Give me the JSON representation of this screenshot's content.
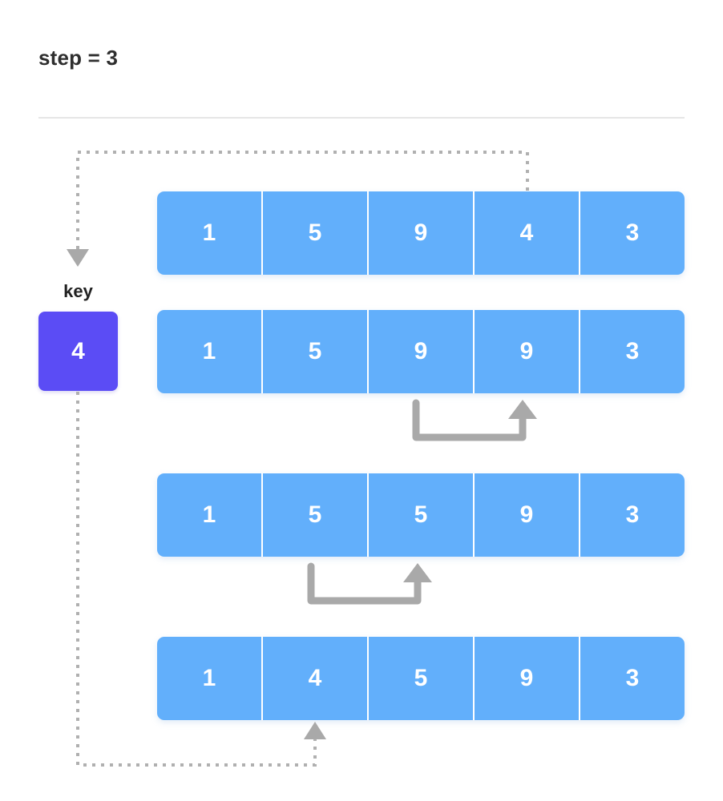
{
  "header": {
    "title": "step = 3"
  },
  "key_panel": {
    "label": "key",
    "value": "4",
    "color": "#5b4cf5"
  },
  "colors": {
    "cell_blue": "#62affb",
    "key_purple": "#5b4cf5",
    "arrow_gray": "#a9a9a9",
    "dotted_gray": "#b0b0b0",
    "divider": "#e6e6e6",
    "title_text": "#2f2f2f",
    "cell_text": "#ffffff"
  },
  "rows": [
    {
      "name": "row-original",
      "values": [
        "1",
        "5",
        "9",
        "4",
        "3"
      ]
    },
    {
      "name": "row-shift-1",
      "values": [
        "1",
        "5",
        "9",
        "9",
        "3"
      ]
    },
    {
      "name": "row-shift-2",
      "values": [
        "1",
        "5",
        "5",
        "9",
        "3"
      ]
    },
    {
      "name": "row-inserted",
      "values": [
        "1",
        "4",
        "5",
        "9",
        "3"
      ]
    }
  ],
  "annotations": {
    "extract_path": {
      "name": "key-extract-path",
      "description": "dotted path from array index 3 up and left down into key box",
      "from_index": 3,
      "to": "key"
    },
    "insert_path": {
      "name": "key-insert-path",
      "description": "dotted path from key box down and right up into final array index 1",
      "from": "key",
      "to_index": 1
    },
    "shift_arrows": [
      {
        "name": "shift-arrow-2-to-3",
        "from_index": 2,
        "to_index": 3,
        "after_row": 1
      },
      {
        "name": "shift-arrow-1-to-2",
        "from_index": 1,
        "to_index": 2,
        "after_row": 2
      }
    ]
  },
  "chart_data": {
    "type": "diagram",
    "title": "step = 3",
    "algorithm": "insertion-sort",
    "key": 4,
    "key_source_index": 3,
    "key_target_index": 1,
    "states": [
      [
        1,
        5,
        9,
        4,
        3
      ],
      [
        1,
        5,
        9,
        9,
        3
      ],
      [
        1,
        5,
        5,
        9,
        3
      ],
      [
        1,
        4,
        5,
        9,
        3
      ]
    ]
  }
}
